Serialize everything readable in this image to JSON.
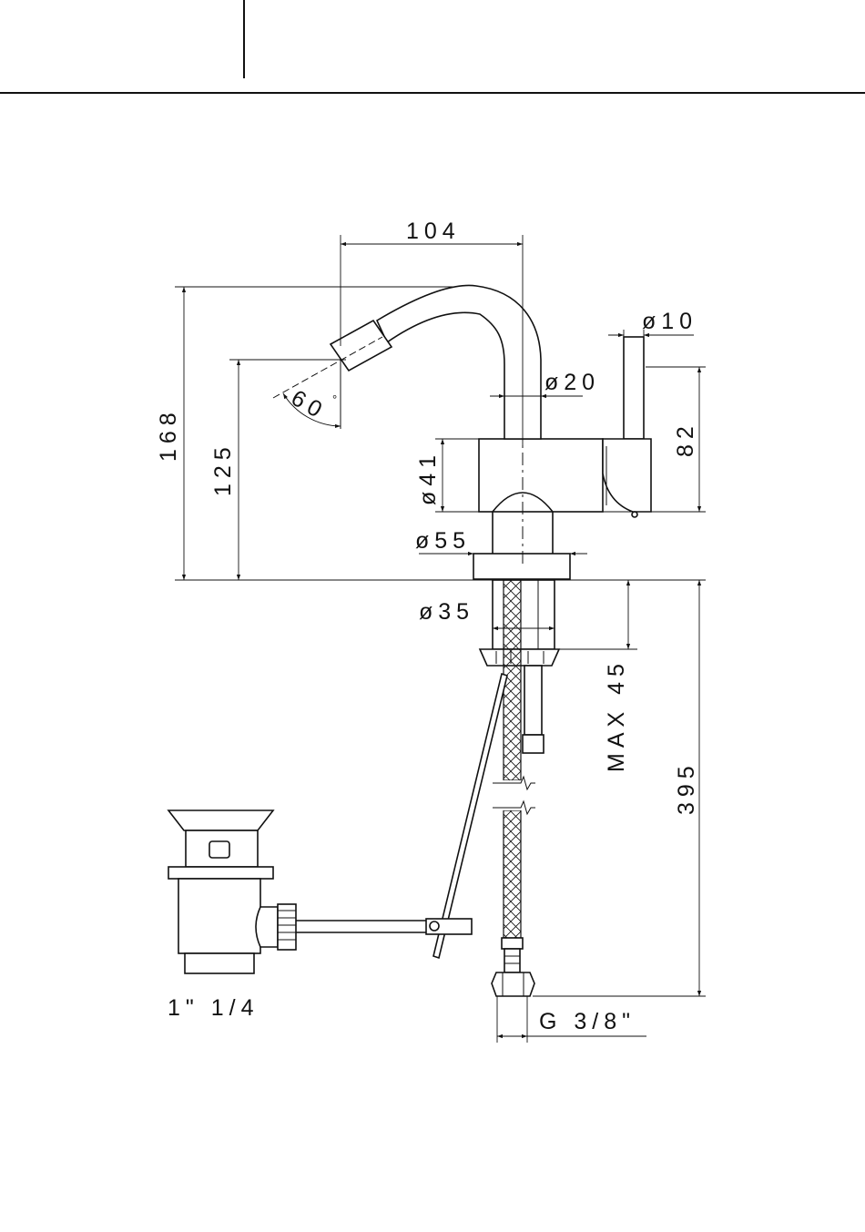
{
  "header": {
    "left_cell": "",
    "right_cell": ""
  },
  "dimensions": {
    "spout_reach": "104",
    "total_height": "168",
    "spout_height": "125",
    "spray_angle": "60",
    "degree_sign": "°",
    "spout_diameter": "ø20",
    "lever_diameter": "ø10",
    "lever_height": "82",
    "body_diameter": "ø41",
    "base_diameter": "ø55",
    "shank_diameter": "ø35",
    "max_deck_thickness": "MAX 45",
    "hose_length": "395",
    "hose_thread": "G 3/8\"",
    "waste_size": "1\" 1/4"
  },
  "colors": {
    "line": "#111111",
    "paper": "#ffffff"
  }
}
